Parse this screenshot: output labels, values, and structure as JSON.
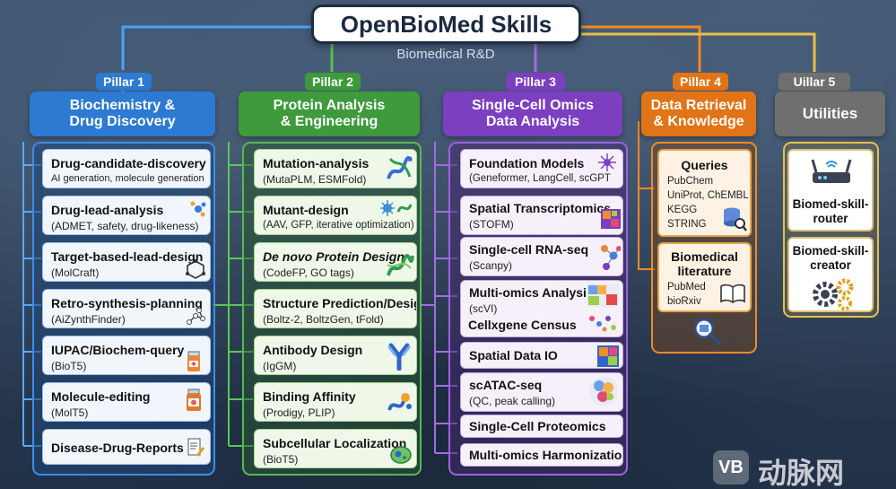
{
  "title": "OpenBioMed Skills",
  "subtitle": "Biomedical R&D",
  "colors": {
    "pillar1": "#2c7ad1",
    "pillar2": "#3e9a3b",
    "pillar3": "#7b3fc0",
    "pillar4": "#e07417",
    "pillar5": "#6f6f6f"
  },
  "pillars": [
    {
      "tag": "Pillar 1",
      "name": "Biochemistry &\nDrug Discovery",
      "cards": [
        {
          "title": "Drug-candidate-discovery",
          "sub": "AI generation, molecule generation"
        },
        {
          "title": "Drug-lead-analysis",
          "sub": "(ADMET, safety, drug-likeness)"
        },
        {
          "title": "Target-based-lead-design",
          "sub": "(MolCraft)"
        },
        {
          "title": "Retro-synthesis-planning",
          "sub": "(AiZynthFinder)"
        },
        {
          "title": "IUPAC/Biochem-query",
          "sub": "(BioT5)"
        },
        {
          "title": "Molecule-editing",
          "sub": "(MolT5)"
        },
        {
          "title": "Disease-Drug-Reports",
          "sub": ""
        }
      ]
    },
    {
      "tag": "Pillar 2",
      "name": "Protein Analysis\n& Engineering",
      "cards": [
        {
          "title": "Mutation-analysis",
          "sub": "(MutaPLM, ESMFold)"
        },
        {
          "title": "Mutant-design",
          "sub": "(AAV, GFP, iterative optimization)"
        },
        {
          "title": "De novo Protein Design",
          "sub": "(CodeFP, GO tags)"
        },
        {
          "title": "Structure Prediction/Design",
          "sub": "(Boltz-2,  BoltzGen,  tFold)"
        },
        {
          "title": "Antibody Design",
          "sub": "(IgGM)"
        },
        {
          "title": "Binding Affinity",
          "sub": "(Prodigy,    PLIP)"
        },
        {
          "title": "Subcellular Localization",
          "sub": "(BioT5)"
        }
      ]
    },
    {
      "tag": "Pillar 3",
      "name": "Single-Cell Omics\nData Analysis",
      "cards": [
        {
          "title": "Foundation Models",
          "sub": "(Geneformer, LangCell, scGPT"
        },
        {
          "title": "Spatial Transcriptomics",
          "sub": "(STOFM)"
        },
        {
          "title": "Single-cell RNA-seq",
          "sub": "(Scanpy)"
        },
        {
          "title": "Multi-omics Analysis",
          "sub": "(scVI)"
        },
        {
          "title": "Cellxgene Census",
          "sub": ""
        },
        {
          "title": "Spatial Data IO",
          "sub": ""
        },
        {
          "title": "scATAC-seq",
          "sub": "(QC, peak calling)"
        },
        {
          "title": "Single-Cell Proteomics",
          "sub": ""
        },
        {
          "title": "Multi-omics Harmonization",
          "sub": ""
        }
      ]
    },
    {
      "tag": "Pillar 4",
      "name": "Data Retrieval\n& Knowledge",
      "cards": [
        {
          "title": "Queries",
          "items": [
            "PubChem",
            "UniProt, ChEMBL",
            "KEGG",
            "STRING"
          ]
        },
        {
          "title": "Biomedical\nliterature",
          "items": [
            "PubMed",
            "bioRxiv"
          ]
        }
      ]
    },
    {
      "tag": "Uillar 5",
      "name": "Utilities",
      "cards": [
        {
          "title": "Biomed-skill-\nrouter"
        },
        {
          "title": "Biomed-skill-\ncreator"
        }
      ]
    }
  ],
  "watermark": "动脉网",
  "watermark_logo": "VB"
}
